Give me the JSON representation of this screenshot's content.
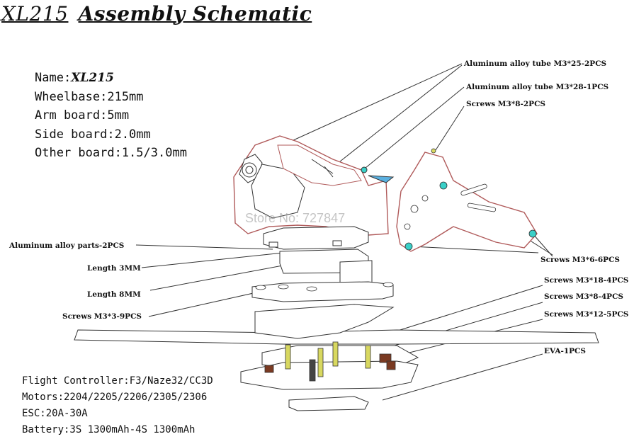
{
  "title": {
    "model": "XL215",
    "text": "Assembly Schematic"
  },
  "specs": {
    "name_label": "Name:",
    "name_value": "XL215",
    "wheelbase": "Wheelbase:215mm",
    "arm_board": "Arm board:5mm",
    "side_board": "Side board:2.0mm",
    "other_board": "Other board:1.5/3.0mm"
  },
  "bottom_specs": {
    "flight_controller": "Flight Controller:F3/Naze32/CC3D",
    "motors": "Motors:2204/2205/2206/2305/2306",
    "esc": "ESC:20A-30A",
    "battery": "Battery:3S 1300mAh-4S 1300mAh"
  },
  "callouts": {
    "tube_25": "Aluminum alloy tube M3*25-2PCS",
    "tube_28": "Aluminum alloy tube M3*28-1PCS",
    "screws_m3x8_2": "Screws M3*8-2PCS",
    "screws_m3x6": "Screws M3*6-6PCS",
    "aluminum_parts": "Aluminum alloy parts-2PCS",
    "length_3": "Length 3MM",
    "length_8": "Length 8MM",
    "screws_m3x3": "Screws M3*3-9PCS",
    "screws_m3x18": "Screws M3*18-4PCS",
    "screws_m3x8_4": "Screws M3*8-4PCS",
    "screws_m3x12": "Screws M3*12-5PCS",
    "eva": "EVA-1PCS"
  },
  "watermark": "Store No: 727847",
  "colors": {
    "frame_outline": "#b05a5a",
    "line": "#333333",
    "standoff": "#d8d860",
    "bolt": "#7a3a22",
    "screw_head": "#3ad0c8",
    "background": "#ffffff"
  }
}
